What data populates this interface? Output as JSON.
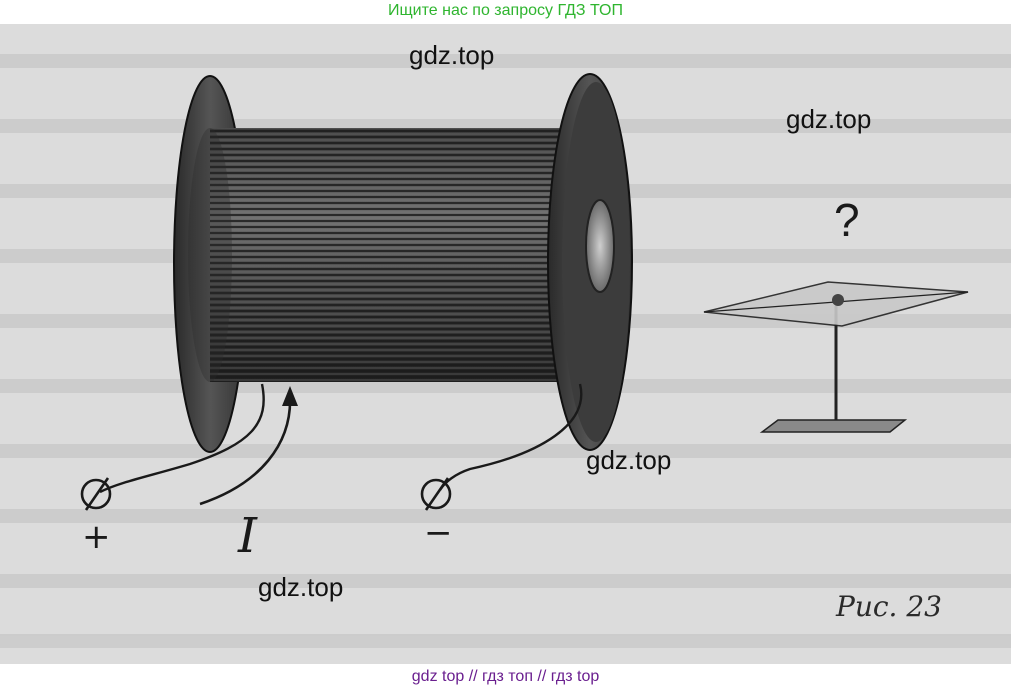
{
  "header": {
    "banner": "Ищите нас по запросу ГДЗ ТОП"
  },
  "footer": {
    "banner": "gdz top  //  гдз топ  //  гдз top"
  },
  "watermarks": [
    "gdz.top",
    "gdz.top",
    "gdz.top",
    "gdz.top"
  ],
  "figure": {
    "current_label": "I",
    "plus_label": "+",
    "minus_label": "−",
    "question_mark": "?",
    "caption": "Рис. 23"
  },
  "colors": {
    "header_text": "#2fb52f",
    "footer_text": "#6a1f8f",
    "page_background": "#dcdcdc"
  }
}
